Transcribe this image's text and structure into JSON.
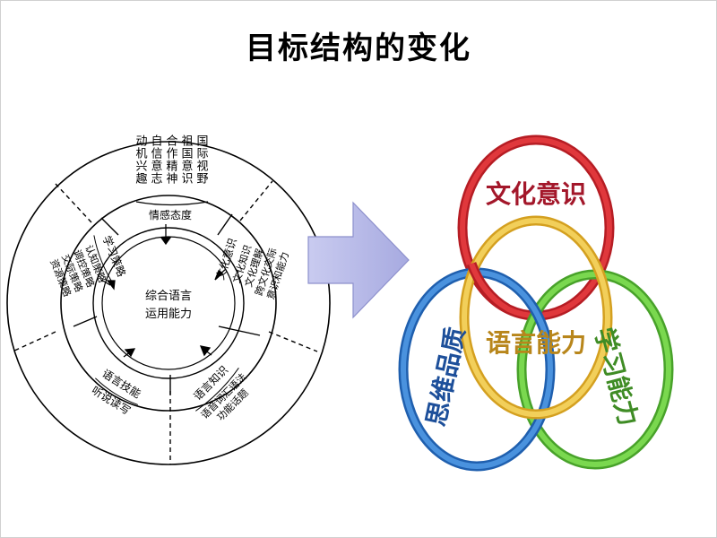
{
  "title": "目标结构的变化",
  "left_diagram": {
    "center": [
      "综合语言",
      "运用能力"
    ],
    "sections": {
      "emotion": {
        "columns": [
          "国际视野",
          "祖国意识",
          "合作精神",
          "自信意志",
          "动机兴趣"
        ],
        "label": "情感态度"
      },
      "culture": {
        "lines": [
          "文化知识",
          "文化理解",
          "跨文化交际",
          "意识和能力"
        ],
        "label": "文化意识"
      },
      "knowledge": {
        "label": "语言知识",
        "lines": [
          "语音词汇语法",
          "功能话题"
        ]
      },
      "skills": {
        "label": "语言技能",
        "sub": "听说读写"
      },
      "strategy": {
        "label": "学习策略",
        "lines": [
          "认知策略",
          "调控策略",
          "交际策略",
          "资源策略"
        ]
      }
    }
  },
  "right_diagram": {
    "rings": [
      {
        "label": "文化意识",
        "color": "#d3262b",
        "text_color": "#a3172a"
      },
      {
        "label": "语言能力",
        "color": "#e8b93a",
        "text_color": "#b8861b"
      },
      {
        "label": "思维品质",
        "color": "#2b73c4",
        "text_color": "#1d4f9a"
      },
      {
        "label": "学习能力",
        "color": "#62c23e",
        "text_color": "#3f8c25"
      }
    ]
  },
  "colors": {
    "arrow_fill": "#b5b7e6",
    "arrow_stroke": "#8d90cc"
  }
}
